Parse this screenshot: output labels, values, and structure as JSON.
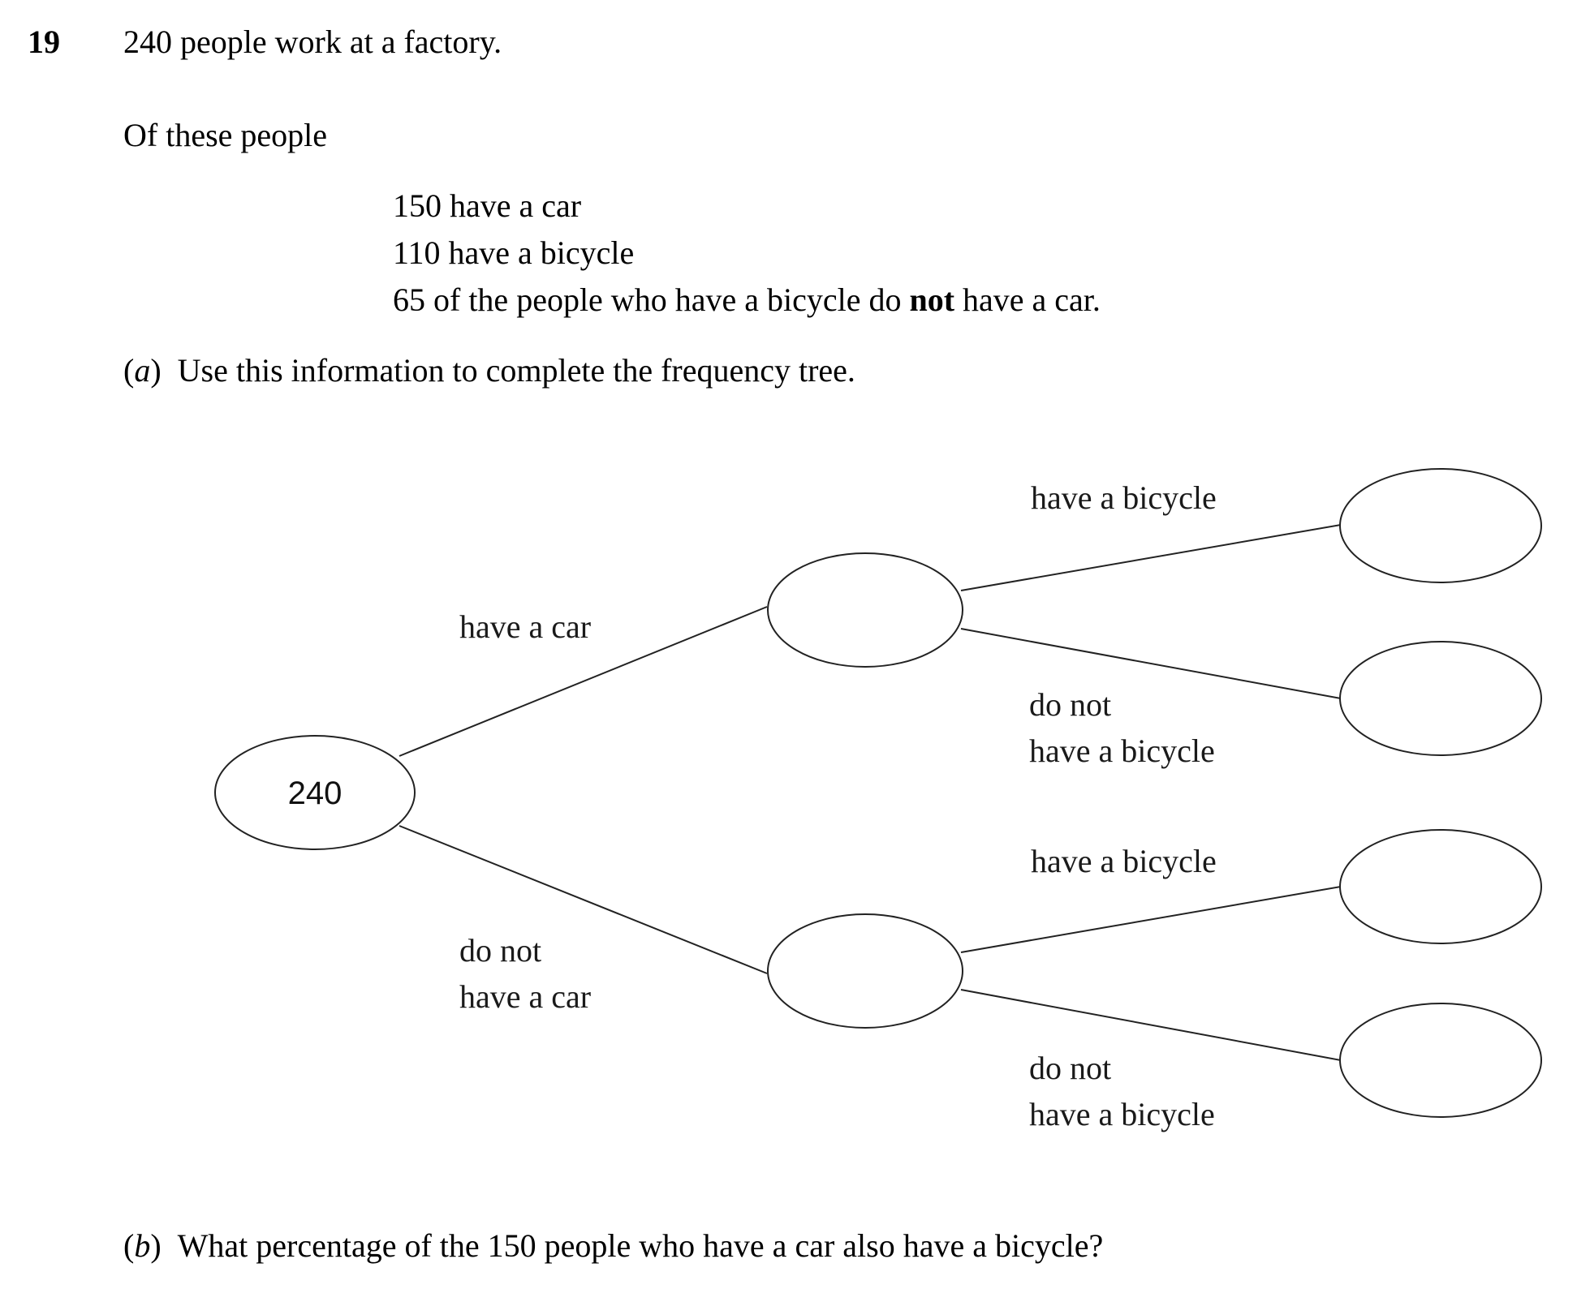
{
  "question": {
    "number": "19",
    "intro": "240 people work at a factory.",
    "of_these": "Of these people",
    "facts": [
      "150 have a car",
      "110 have a bicycle"
    ],
    "fact3": {
      "before": "65 of the people who have a bicycle do ",
      "bold": "not",
      "after": " have a car."
    }
  },
  "part_a": {
    "letter": "a",
    "text": "Use this information to complete the frequency tree."
  },
  "tree": {
    "root_value": "240",
    "car_label": "have a car",
    "no_car_label_line1": "do not",
    "no_car_label_line2": "have a car",
    "bicycle_label": "have a bicycle",
    "no_bicycle_label_line1": "do not",
    "no_bicycle_label_line2": "have a bicycle"
  },
  "part_b": {
    "letter": "b",
    "text": "What percentage of the 150 people who have a car also have a bicycle?"
  }
}
